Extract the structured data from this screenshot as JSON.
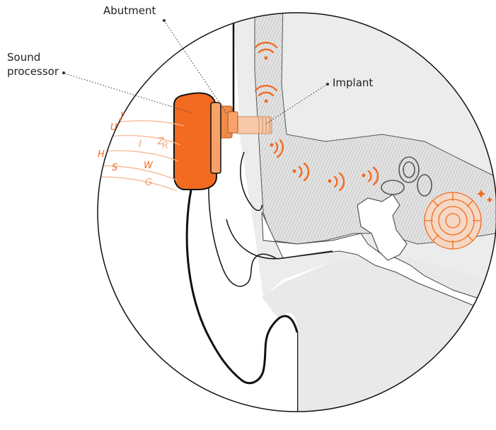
{
  "labels": {
    "sound_processor_line1": "Sound",
    "sound_processor_line2": "processor",
    "abutment": "Abutment",
    "implant": "Implant"
  },
  "sound_letters": [
    "U",
    "I",
    "Z",
    "R",
    "H",
    "W",
    "S",
    "G"
  ],
  "music_note": "♪",
  "colors": {
    "accent": "#f26b21",
    "accent_light": "#f6b48a",
    "implant_skin": "#f7c9a8",
    "outline": "#111111",
    "skin_gray": "#e6e6e6",
    "bone_hatch": "#9a9a9a"
  }
}
